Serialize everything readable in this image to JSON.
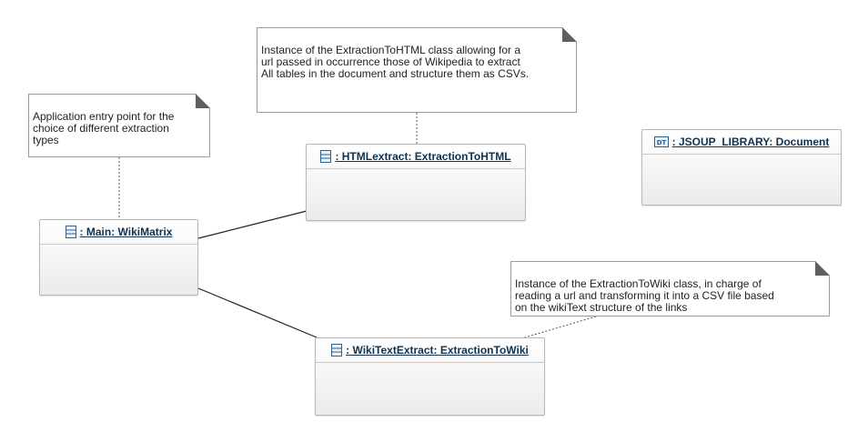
{
  "notes": {
    "main": "Application entry point for the\nchoice of different extraction\ntypes",
    "html": "Instance of the ExtractionToHTML class allowing for a\nurl passed in occurrence those of Wikipedia to extract\nAll tables in the document and structure them as CSVs.",
    "wiki": "Instance of the ExtractionToWiki class, in charge of\nreading a url and transforming it into a CSV file based\non the wikiText structure of the links"
  },
  "objects": {
    "main": {
      "title": ": Main: WikiMatrix",
      "icon": "class-icon"
    },
    "html": {
      "title": ": HTMLextract: ExtractionToHTML",
      "icon": "class-icon"
    },
    "wiki": {
      "title": ": WikiTextExtract: ExtractionToWiki",
      "icon": "class-icon"
    },
    "jsoup": {
      "title": ": JSOUP_LIBRARY: Document",
      "icon": "data-type-icon"
    }
  },
  "colors": {
    "title": "#10324f",
    "border": "#9a9a9a"
  }
}
